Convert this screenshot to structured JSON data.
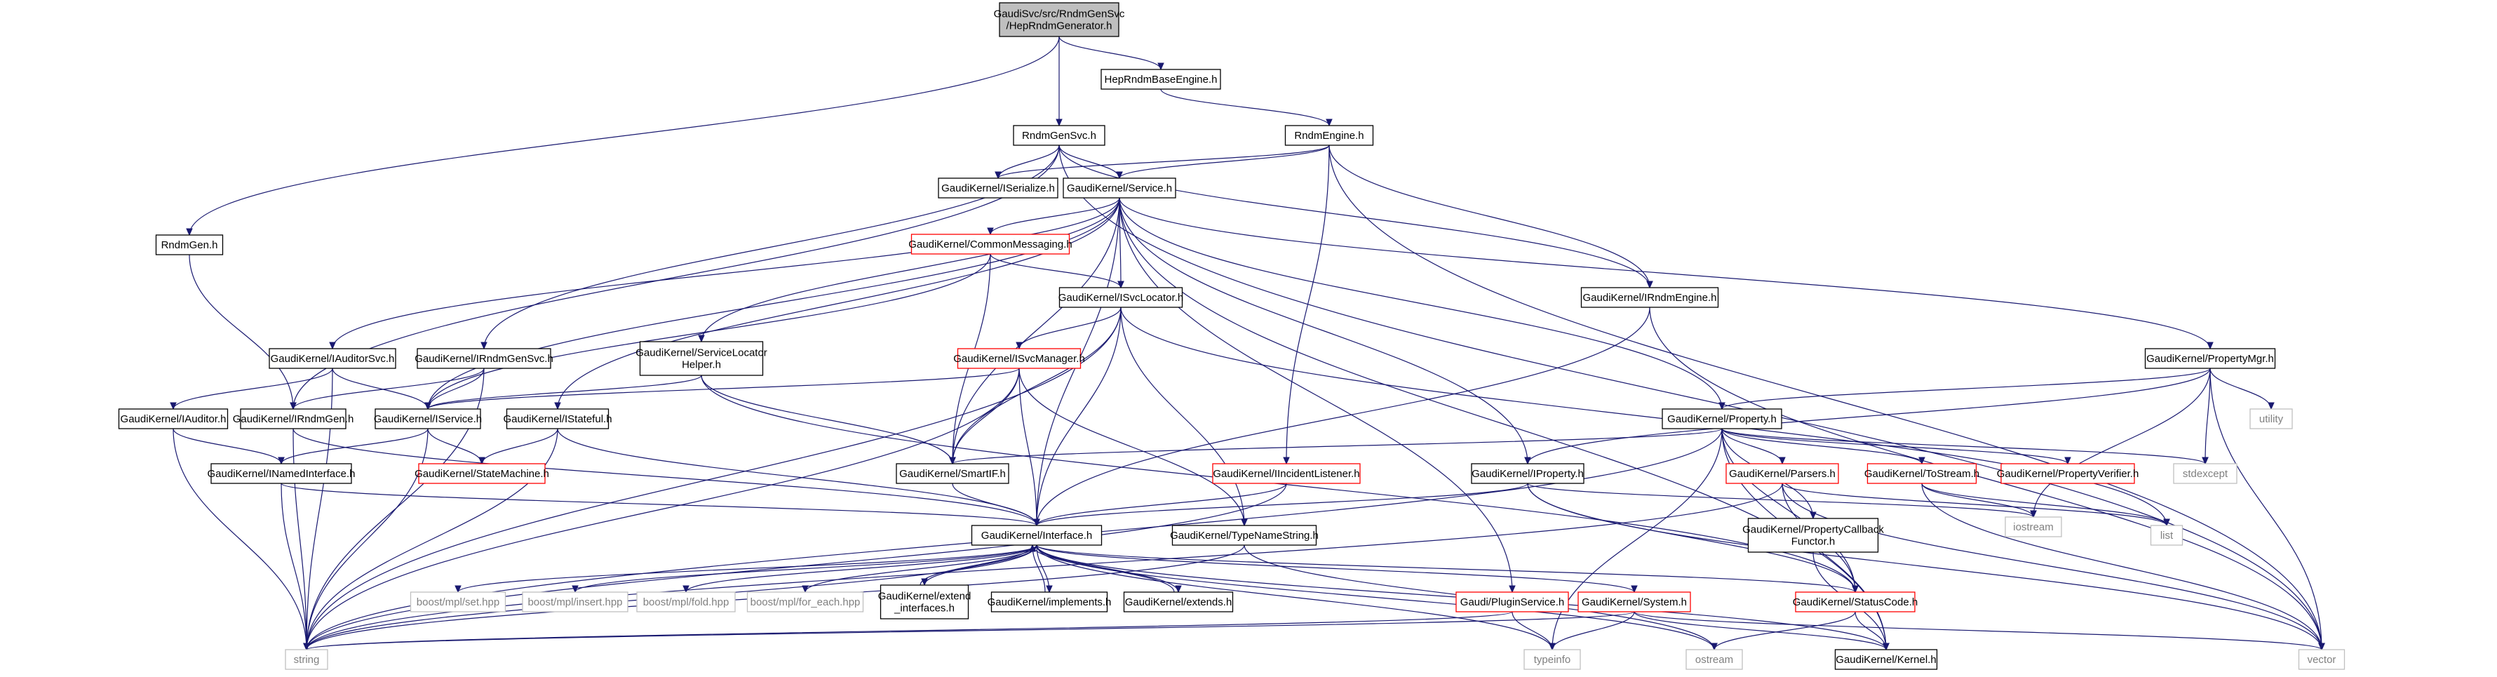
{
  "title": "GaudiSvc/src/RndmGenSvc/HepRndmGenerator.h include dependency graph",
  "colors": {
    "edge": "#191970",
    "root_fill": "#bfbfbf",
    "red_border": "#ff0000",
    "black_border": "#000000",
    "gray_border": "#bfbfbf"
  },
  "nodes": [
    {
      "id": "root",
      "label": [
        "GaudiSvc/src/RndmGenSvc",
        "/HepRndmGenerator.h"
      ],
      "style": "root"
    },
    {
      "id": "heprndmbaseengine",
      "label": [
        "HepRndmBaseEngine.h"
      ],
      "style": "black"
    },
    {
      "id": "rndmgensvc",
      "label": [
        "RndmGenSvc.h"
      ],
      "style": "black"
    },
    {
      "id": "rndmengine",
      "label": [
        "RndmEngine.h"
      ],
      "style": "black"
    },
    {
      "id": "rndmgen",
      "label": [
        "RndmGen.h"
      ],
      "style": "black"
    },
    {
      "id": "iserialize",
      "label": [
        "GaudiKernel/ISerialize.h"
      ],
      "style": "black"
    },
    {
      "id": "service",
      "label": [
        "GaudiKernel/Service.h"
      ],
      "style": "black"
    },
    {
      "id": "commonmessaging",
      "label": [
        "GaudiKernel/CommonMessaging.h"
      ],
      "style": "red"
    },
    {
      "id": "isvclocator",
      "label": [
        "GaudiKernel/ISvcLocator.h"
      ],
      "style": "black"
    },
    {
      "id": "irndmengine",
      "label": [
        "GaudiKernel/IRndmEngine.h"
      ],
      "style": "black"
    },
    {
      "id": "iauditorsvc",
      "label": [
        "GaudiKernel/IAuditorSvc.h"
      ],
      "style": "black"
    },
    {
      "id": "irndmgensvc",
      "label": [
        "GaudiKernel/IRndmGenSvc.h"
      ],
      "style": "black"
    },
    {
      "id": "servicelocatorhelper",
      "label": [
        "GaudiKernel/ServiceLocator",
        "Helper.h"
      ],
      "style": "black"
    },
    {
      "id": "isvcmanager",
      "label": [
        "GaudiKernel/ISvcManager.h"
      ],
      "style": "red"
    },
    {
      "id": "propertymgr",
      "label": [
        "GaudiKernel/PropertyMgr.h"
      ],
      "style": "black"
    },
    {
      "id": "iauditor",
      "label": [
        "GaudiKernel/IAuditor.h"
      ],
      "style": "black"
    },
    {
      "id": "irndmgen",
      "label": [
        "GaudiKernel/IRndmGen.h"
      ],
      "style": "black"
    },
    {
      "id": "iservice",
      "label": [
        "GaudiKernel/IService.h"
      ],
      "style": "black"
    },
    {
      "id": "istateful",
      "label": [
        "GaudiKernel/IStateful.h"
      ],
      "style": "black"
    },
    {
      "id": "property",
      "label": [
        "GaudiKernel/Property.h"
      ],
      "style": "black"
    },
    {
      "id": "utility",
      "label": [
        "utility"
      ],
      "style": "gray"
    },
    {
      "id": "inamedinterface",
      "label": [
        "GaudiKernel/INamedInterface.h"
      ],
      "style": "black"
    },
    {
      "id": "statemachine",
      "label": [
        "GaudiKernel/StateMachine.h"
      ],
      "style": "red"
    },
    {
      "id": "smartif",
      "label": [
        "GaudiKernel/SmartIF.h"
      ],
      "style": "black"
    },
    {
      "id": "iincidentlistener",
      "label": [
        "GaudiKernel/IIncidentListener.h"
      ],
      "style": "red"
    },
    {
      "id": "iproperty",
      "label": [
        "GaudiKernel/IProperty.h"
      ],
      "style": "black"
    },
    {
      "id": "parsers",
      "label": [
        "GaudiKernel/Parsers.h"
      ],
      "style": "red"
    },
    {
      "id": "tostream",
      "label": [
        "GaudiKernel/ToStream.h"
      ],
      "style": "red"
    },
    {
      "id": "propertyverifier",
      "label": [
        "GaudiKernel/PropertyVerifier.h"
      ],
      "style": "red"
    },
    {
      "id": "stdexcept",
      "label": [
        "stdexcept"
      ],
      "style": "gray"
    },
    {
      "id": "interface",
      "label": [
        "GaudiKernel/Interface.h"
      ],
      "style": "black"
    },
    {
      "id": "typenamestring",
      "label": [
        "GaudiKernel/TypeNameString.h"
      ],
      "style": "black"
    },
    {
      "id": "propertycallbackfunctor",
      "label": [
        "GaudiKernel/PropertyCallback",
        "Functor.h"
      ],
      "style": "black"
    },
    {
      "id": "iostream",
      "label": [
        "iostream"
      ],
      "style": "gray"
    },
    {
      "id": "list",
      "label": [
        "list"
      ],
      "style": "gray"
    },
    {
      "id": "mplset",
      "label": [
        "boost/mpl/set.hpp"
      ],
      "style": "gray"
    },
    {
      "id": "mplinsert",
      "label": [
        "boost/mpl/insert.hpp"
      ],
      "style": "gray"
    },
    {
      "id": "mplfold",
      "label": [
        "boost/mpl/fold.hpp"
      ],
      "style": "gray"
    },
    {
      "id": "mplforeach",
      "label": [
        "boost/mpl/for_each.hpp"
      ],
      "style": "gray"
    },
    {
      "id": "extendinterfaces",
      "label": [
        "GaudiKernel/extend",
        "_interfaces.h"
      ],
      "style": "black"
    },
    {
      "id": "implements",
      "label": [
        "GaudiKernel/implements.h"
      ],
      "style": "black"
    },
    {
      "id": "extends",
      "label": [
        "GaudiKernel/extends.h"
      ],
      "style": "black"
    },
    {
      "id": "pluginservice",
      "label": [
        "Gaudi/PluginService.h"
      ],
      "style": "red"
    },
    {
      "id": "system",
      "label": [
        "GaudiKernel/System.h"
      ],
      "style": "red"
    },
    {
      "id": "statuscode",
      "label": [
        "GaudiKernel/StatusCode.h"
      ],
      "style": "red"
    },
    {
      "id": "string",
      "label": [
        "string"
      ],
      "style": "gray"
    },
    {
      "id": "typeinfo",
      "label": [
        "typeinfo"
      ],
      "style": "gray"
    },
    {
      "id": "ostream",
      "label": [
        "ostream"
      ],
      "style": "gray"
    },
    {
      "id": "kernel",
      "label": [
        "GaudiKernel/Kernel.h"
      ],
      "style": "black"
    },
    {
      "id": "vector",
      "label": [
        "vector"
      ],
      "style": "gray"
    }
  ],
  "edges": [
    [
      "root",
      "heprndmbaseengine"
    ],
    [
      "root",
      "rndmgensvc"
    ],
    [
      "root",
      "rndmgen"
    ],
    [
      "heprndmbaseengine",
      "rndmengine"
    ],
    [
      "rndmgensvc",
      "iserialize"
    ],
    [
      "rndmgensvc",
      "service"
    ],
    [
      "rndmgensvc",
      "irndmengine"
    ],
    [
      "rndmgensvc",
      "irndmgensvc"
    ],
    [
      "rndmgensvc",
      "irndmgen"
    ],
    [
      "rndmgensvc",
      "vector"
    ],
    [
      "rndmengine",
      "iserialize"
    ],
    [
      "rndmengine",
      "service"
    ],
    [
      "rndmengine",
      "irndmengine"
    ],
    [
      "rndmengine",
      "iincidentlistener"
    ],
    [
      "rndmengine",
      "vector"
    ],
    [
      "rndmgen",
      "irndmgen"
    ],
    [
      "service",
      "commonmessaging"
    ],
    [
      "service",
      "isvclocator"
    ],
    [
      "service",
      "iauditorsvc"
    ],
    [
      "service",
      "servicelocatorhelper"
    ],
    [
      "service",
      "propertymgr"
    ],
    [
      "service",
      "iservice"
    ],
    [
      "service",
      "istateful"
    ],
    [
      "service",
      "property"
    ],
    [
      "service",
      "iproperty"
    ],
    [
      "service",
      "smartif"
    ],
    [
      "service",
      "interface"
    ],
    [
      "service",
      "pluginservice"
    ],
    [
      "service",
      "kernel"
    ],
    [
      "commonmessaging",
      "isvclocator"
    ],
    [
      "commonmessaging",
      "iservice"
    ],
    [
      "commonmessaging",
      "smartif"
    ],
    [
      "isvclocator",
      "isvcmanager"
    ],
    [
      "isvclocator",
      "smartif"
    ],
    [
      "isvclocator",
      "interface"
    ],
    [
      "isvclocator",
      "typenamestring"
    ],
    [
      "isvclocator",
      "string"
    ],
    [
      "isvclocator",
      "list"
    ],
    [
      "irndmengine",
      "interface"
    ],
    [
      "irndmengine",
      "vector"
    ],
    [
      "iauditorsvc",
      "iauditor"
    ],
    [
      "iauditorsvc",
      "iservice"
    ],
    [
      "iauditorsvc",
      "string"
    ],
    [
      "irndmgensvc",
      "irndmgen"
    ],
    [
      "irndmgensvc",
      "iservice"
    ],
    [
      "irndmgensvc",
      "string"
    ],
    [
      "servicelocatorhelper",
      "iservice"
    ],
    [
      "servicelocatorhelper",
      "smartif"
    ],
    [
      "servicelocatorhelper",
      "statuscode"
    ],
    [
      "isvcmanager",
      "iservice"
    ],
    [
      "isvcmanager",
      "smartif"
    ],
    [
      "isvcmanager",
      "interface"
    ],
    [
      "isvcmanager",
      "typenamestring"
    ],
    [
      "isvcmanager",
      "string"
    ],
    [
      "propertymgr",
      "property"
    ],
    [
      "propertymgr",
      "iproperty"
    ],
    [
      "propertymgr",
      "utility"
    ],
    [
      "propertymgr",
      "stdexcept"
    ],
    [
      "propertymgr",
      "iostream"
    ],
    [
      "propertymgr",
      "vector"
    ],
    [
      "iauditor",
      "inamedinterface"
    ],
    [
      "iauditor",
      "string"
    ],
    [
      "irndmgen",
      "interface"
    ],
    [
      "irndmgen",
      "string"
    ],
    [
      "iservice",
      "inamedinterface"
    ],
    [
      "iservice",
      "statemachine"
    ],
    [
      "iservice",
      "string"
    ],
    [
      "istateful",
      "interface"
    ],
    [
      "istateful",
      "statemachine"
    ],
    [
      "istateful",
      "string"
    ],
    [
      "property",
      "smartif"
    ],
    [
      "property",
      "parsers"
    ],
    [
      "property",
      "tostream"
    ],
    [
      "property",
      "propertyverifier"
    ],
    [
      "property",
      "propertycallbackfunctor"
    ],
    [
      "property",
      "stdexcept"
    ],
    [
      "property",
      "typeinfo"
    ],
    [
      "property",
      "kernel"
    ],
    [
      "property",
      "statuscode"
    ],
    [
      "property",
      "string"
    ],
    [
      "inamedinterface",
      "interface"
    ],
    [
      "inamedinterface",
      "string"
    ],
    [
      "smartif",
      "interface"
    ],
    [
      "iincidentlistener",
      "interface"
    ],
    [
      "iincidentlistener",
      "string"
    ],
    [
      "iproperty",
      "interface"
    ],
    [
      "iproperty",
      "statuscode"
    ],
    [
      "iproperty",
      "iostream"
    ],
    [
      "iproperty",
      "vector"
    ],
    [
      "parsers",
      "statuscode"
    ],
    [
      "parsers",
      "list"
    ],
    [
      "parsers",
      "vector"
    ],
    [
      "parsers",
      "string"
    ],
    [
      "tostream",
      "iostream"
    ],
    [
      "tostream",
      "list"
    ],
    [
      "tostream",
      "vector"
    ],
    [
      "interface",
      "mplset"
    ],
    [
      "interface",
      "mplinsert"
    ],
    [
      "interface",
      "mplfold"
    ],
    [
      "interface",
      "mplforeach"
    ],
    [
      "interface",
      "extendinterfaces"
    ],
    [
      "interface",
      "implements"
    ],
    [
      "interface",
      "extends"
    ],
    [
      "interface",
      "system"
    ],
    [
      "interface",
      "statuscode"
    ],
    [
      "interface",
      "kernel"
    ],
    [
      "interface",
      "ostream"
    ],
    [
      "interface",
      "typeinfo"
    ],
    [
      "interface",
      "string"
    ],
    [
      "extendinterfaces",
      "interface"
    ],
    [
      "implements",
      "interface"
    ],
    [
      "extends",
      "interface"
    ],
    [
      "typenamestring",
      "string"
    ],
    [
      "typenamestring",
      "ostream"
    ],
    [
      "propertycallbackfunctor",
      "kernel"
    ],
    [
      "pluginservice",
      "string"
    ],
    [
      "pluginservice",
      "typeinfo"
    ],
    [
      "system",
      "kernel"
    ],
    [
      "system",
      "typeinfo"
    ],
    [
      "system",
      "vector"
    ],
    [
      "system",
      "string"
    ],
    [
      "statuscode",
      "kernel"
    ],
    [
      "statuscode",
      "ostream"
    ]
  ]
}
